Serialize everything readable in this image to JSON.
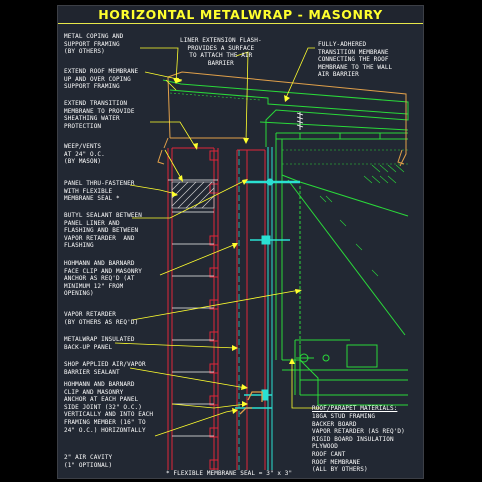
{
  "title": "HORIZONTAL METALWRAP - MASONRY",
  "notes": {
    "coping": "METAL COPING AND\nSUPPORT FRAMING\n(BY OTHERS)",
    "liner_flash": "LINER EXTENSION FLASH-\nPROVIDES A SURFACE\nTO ATTACH THE AIR\nBARRIER",
    "fully_adhered": "FULLY-ADHERED\nTRANSITION MEMBRANE\nCONNECTING THE ROOF\nMEMBRANE TO THE WALL\nAIR BARRIER",
    "roof_membrane": "EXTEND ROOF MEMBRANE\nUP AND OVER COPING\nSUPPORT FRAMING",
    "transition": "EXTEND TRANSITION\nMEMBRANE TO PROVIDE\nSHEATHING WATER\nPROTECTION",
    "weep": "WEEP/VENTS\nAT 24\" O.C.\n(BY MASON)",
    "fastener": "PANEL THRU-FASTENER\nWITH FLEXIBLE\nMEMBRANE SEAL *",
    "butyl": "BUTYL SEALANT BETWEEN\nPANEL LINER AND\nFLASHING AND BETWEEN\nVAPOR RETARDER  AND\nFLASHING",
    "hohmann_face": "HOHMANN AND BARNARD\nFACE CLIP AND MASONRY\nANCHOR AS REQ'D (AT\nMINIMUM 12\" FROM\nOPENING)",
    "vapor": "VAPOR RETARDER\n(BY OTHERS AS REQ'D)",
    "metalwrap": "METALWRAP INSULATED\nBACK-UP PANEL",
    "shop_sealant": "SHOP APPLIED AIR/VAPOR\nBARRIER SEALANT",
    "hohmann_clip": "HOHMANN AND BARNARD\nCLIP AND MASONRY\nANCHOR AT EACH PANEL\nSIDE JOINT (32\" O.C.)\nVERTICALLY AND INTO EACH\nFRAMING MEMBER (16\" TO\n24\" O.C.) HORIZONTALLY",
    "air_cavity": "2\" AIR CAVITY\n(1\" OPTIONAL)",
    "materials_title": "ROOF/PARAPET MATERIALS:",
    "materials": "18GA STUD FRAMING\nBACKER BOARD\nVAPOR RETARDER (AS REQ'D)\nRIGID BOARD INSULATION\nPLYWOOD\nROOF CANT\nROOF MEMBRANE\n(ALL BY OTHERS)",
    "footnote": "* FLEXIBLE MEMBRANE SEAL = 3\" x 3\""
  },
  "colors": {
    "background": "#222833",
    "title": "#ffff2e",
    "leader": "#ffff2e",
    "text": "#ffffff",
    "brick": "#e0263a",
    "roof": "#2ad93a",
    "panel": "#2be0d2",
    "coping": "#e1a04a"
  }
}
